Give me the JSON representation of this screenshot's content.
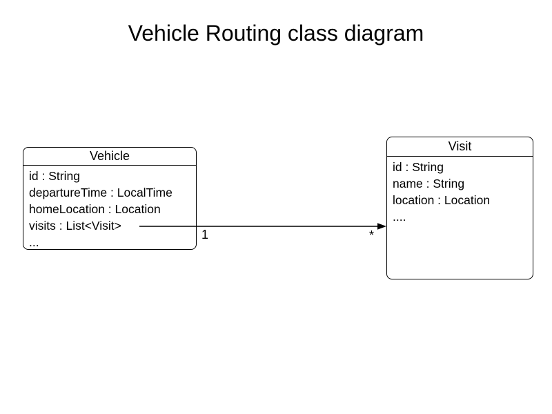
{
  "slide": {
    "title": "Vehicle Routing class diagram"
  },
  "diagram": {
    "classes": [
      {
        "name": "Vehicle",
        "attributes": [
          "id : String",
          "departureTime : LocalTime",
          "homeLocation : Location",
          "visits : List<Visit>",
          "..."
        ]
      },
      {
        "name": "Visit",
        "attributes": [
          "id : String",
          "name : String",
          "location : Location",
          "...."
        ]
      }
    ],
    "association": {
      "source_multiplicity": "1",
      "target_multiplicity": "*"
    }
  },
  "colors": {
    "background": "#ffffff",
    "line": "#000000",
    "text": "#000000"
  }
}
